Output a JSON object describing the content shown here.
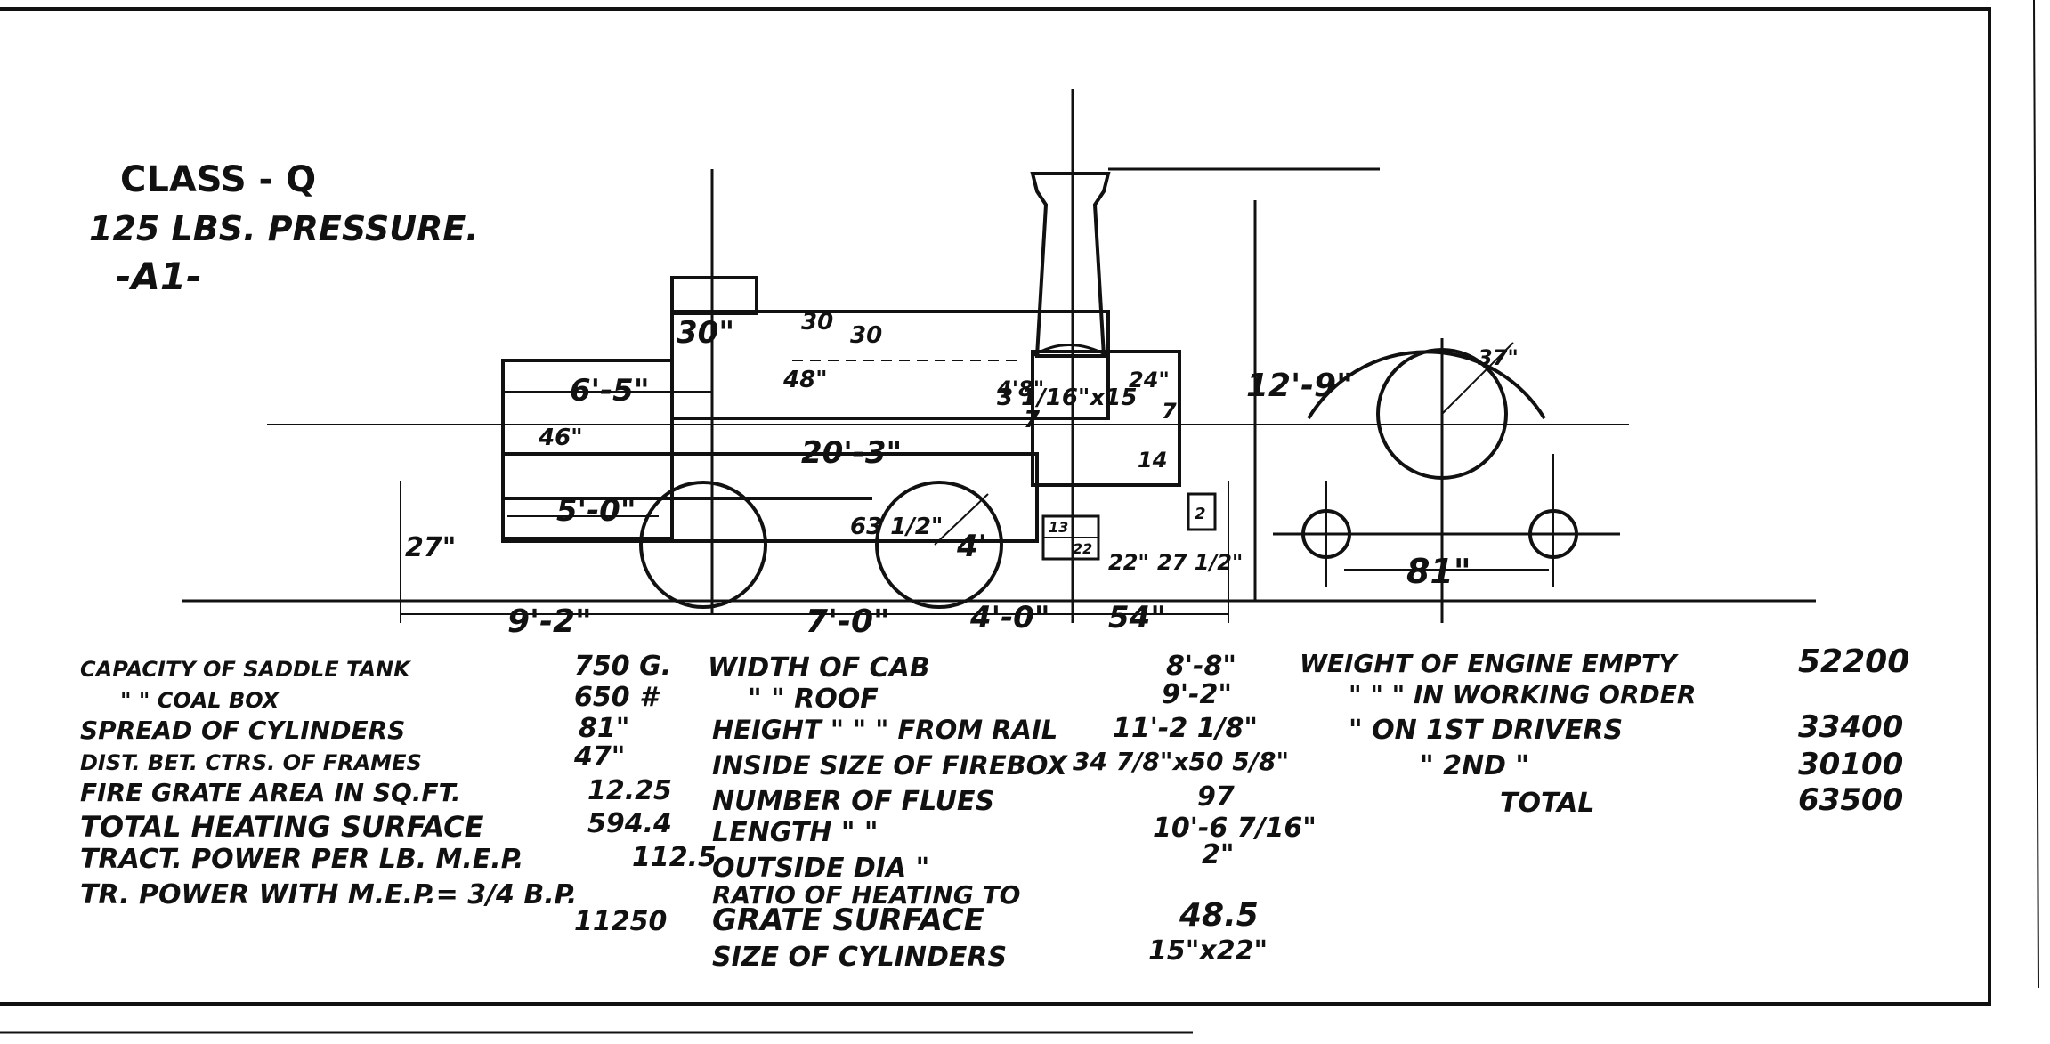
{
  "header": {
    "class_line": "CLASS - Q",
    "pressure_line": "125 LBS. PRESSURE.",
    "sub_line": "-A1-"
  },
  "drawing_dims": {
    "cab_width": "6'-5\"",
    "tank_30": "30\"",
    "tank_30_vert": "30",
    "roof_30_vert": "30",
    "cab_48": "48\"",
    "dim_4_8": "4'8\"",
    "tank_7": "7",
    "dim_20_3": "20'-3\"",
    "cab_height_46": "46\"",
    "frame_5_0": "5'-0\"",
    "driver_63": "63 1/2\"",
    "wheel_4": "4'",
    "cyl_3_16x15": "3 1/16\"x15",
    "smoke_24": "24\"",
    "smoke_7": "7",
    "smoke_14": "14",
    "box_13": "13",
    "box_22": "22",
    "box_2": "2",
    "dim_22": "22\"",
    "dim_27_right": "27 1/2\"",
    "dim_27_left": "27\"",
    "height_12_9": "12'-9\"",
    "wheel_radius_37": "37\"",
    "span_9_2": "9'-2\"",
    "span_7_0": "7'-0\"",
    "span_4_0": "4'-0\"",
    "span_54": "54\"",
    "spread_81": "81\""
  },
  "table": {
    "left": [
      {
        "label": "CAPACITY OF SADDLE TANK",
        "value": "750 G."
      },
      {
        "label": "\"    \" COAL BOX",
        "value": "650 #"
      },
      {
        "label": "SPREAD OF CYLINDERS",
        "value": "81\""
      },
      {
        "label": "DIST. BET. CTRS. OF FRAMES",
        "value": "47\""
      },
      {
        "label": "FIRE GRATE AREA IN SQ.FT.",
        "value": "12.25"
      },
      {
        "label": "TOTAL HEATING SURFACE",
        "value": "594.4"
      },
      {
        "label": "TRACT. POWER PER LB. M.E.P.",
        "value": "112.5"
      },
      {
        "label": "TR. POWER WITH M.E.P.= 3/4 B.P.",
        "value": ""
      },
      {
        "label": "",
        "value": "11250"
      }
    ],
    "middle": [
      {
        "label": "WIDTH OF CAB",
        "value": "8'-8\""
      },
      {
        "label": "\"    \" ROOF",
        "value": "9'-2\""
      },
      {
        "label": "HEIGHT  \"  \"  \" FROM RAIL",
        "value": "11'-2 1/8\""
      },
      {
        "label": "INSIDE SIZE OF FIREBOX",
        "value": "34 7/8\"x50 5/8\""
      },
      {
        "label": "NUMBER OF FLUES",
        "value": "97"
      },
      {
        "label": "LENGTH  \"    \"",
        "value": "10'-6 7/16\""
      },
      {
        "label": "OUTSIDE DIA  \"",
        "value": "2\""
      },
      {
        "label": "RATIO OF HEATING TO",
        "value": ""
      },
      {
        "label": "GRATE SURFACE",
        "value": "48.5"
      },
      {
        "label": "SIZE OF CYLINDERS",
        "value": "15\"x22\""
      }
    ],
    "right": [
      {
        "label": "WEIGHT OF ENGINE EMPTY",
        "value": "52200"
      },
      {
        "label": "\"      \"      \" IN WORKING ORDER",
        "value": ""
      },
      {
        "label": "\"   ON 1ST DRIVERS",
        "value": "33400"
      },
      {
        "label": "\"   2ND   \"",
        "value": "30100"
      },
      {
        "label": "TOTAL",
        "value": "63500"
      }
    ]
  }
}
